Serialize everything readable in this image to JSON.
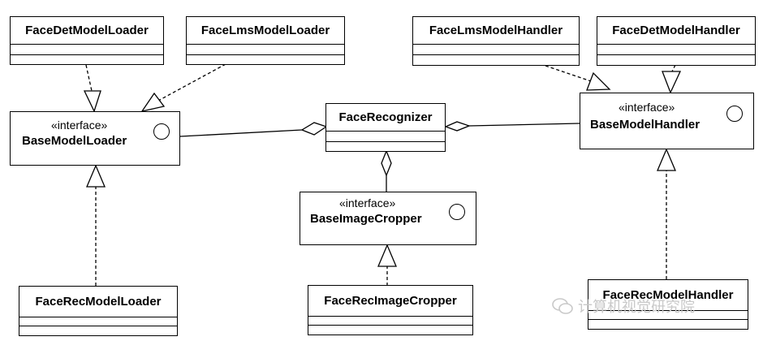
{
  "classes": {
    "face_det_model_loader": "FaceDetModelLoader",
    "face_lms_model_loader": "FaceLmsModelLoader",
    "face_lms_model_handler": "FaceLmsModelHandler",
    "face_det_model_handler": "FaceDetModelHandler",
    "face_recognizer": "FaceRecognizer",
    "face_rec_model_loader": "FaceRecModelLoader",
    "face_rec_image_cropper": "FaceRecImageCropper",
    "face_rec_model_handler": "FaceRecModelHandler"
  },
  "interfaces": {
    "stereotype": "«interface»",
    "base_model_loader": "BaseModelLoader",
    "base_image_cropper": "BaseImageCropper",
    "base_model_handler": "BaseModelHandler"
  },
  "watermark": "计算机视觉研究院"
}
